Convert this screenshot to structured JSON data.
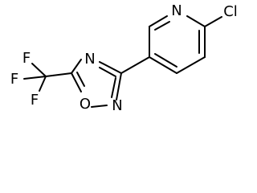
{
  "molecule": {
    "atoms": {
      "N_pyridine": "N",
      "Cl": "Cl",
      "N_oxadiazole_top": "N",
      "N_oxadiazole_bottom": "N",
      "O": "O",
      "F_top": "F",
      "F_left": "F",
      "F_bottom": "F"
    }
  }
}
